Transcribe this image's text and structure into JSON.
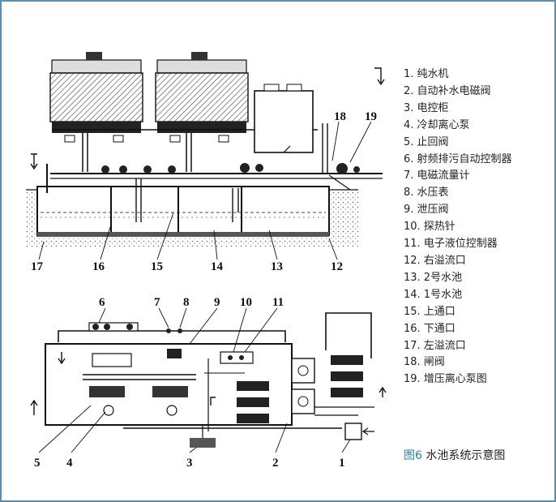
{
  "caption": {
    "figure_no": "图6",
    "title": "水池系统示意图"
  },
  "legend": [
    "1. 纯水机",
    "2. 自动补水电磁阀",
    "3. 电控柜",
    "4. 冷却离心泵",
    "5. 止回阀",
    "6. 射频排污自动控制器",
    "7. 电磁流量计",
    "8. 水压表",
    "9. 泄压阀",
    "10. 探热针",
    "11. 电子液位控制器",
    "12. 右溢流口",
    "13. 2号水池",
    "14. 1号水池",
    "15. 上通口",
    "16. 下通口",
    "17. 左溢流口",
    "18. 闸阀",
    "19. 增压离心泵图"
  ],
  "elevation_labels": [
    "17",
    "16",
    "15",
    "14",
    "13",
    "12",
    "18",
    "19"
  ],
  "plan_top_labels": [
    "6",
    "7",
    "8",
    "9",
    "10",
    "11"
  ],
  "plan_bottom_labels": [
    "5",
    "4",
    "3",
    "2",
    "1"
  ]
}
